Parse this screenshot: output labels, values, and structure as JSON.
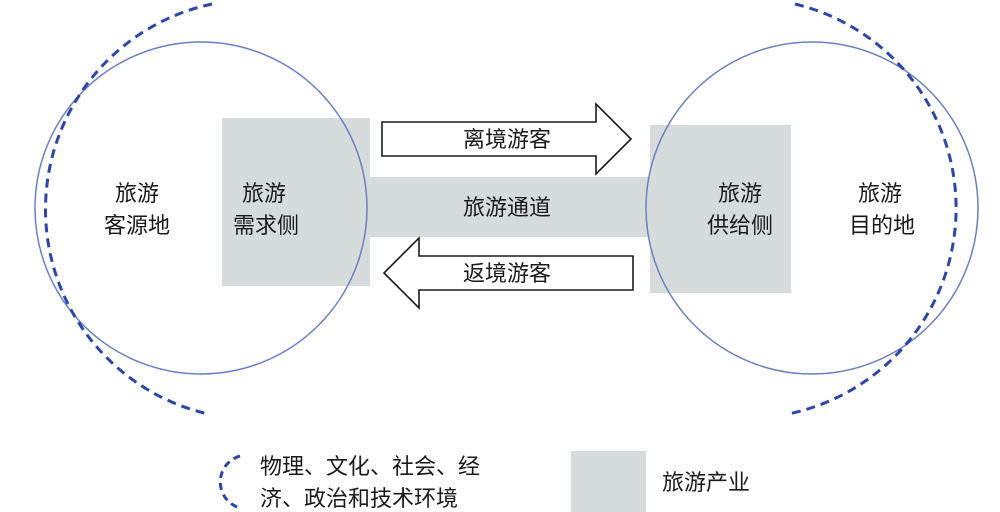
{
  "diagram": {
    "origin": {
      "line1": "旅游",
      "line2": "客源地"
    },
    "demand": {
      "line1": "旅游",
      "line2": "需求侧"
    },
    "channel": {
      "label": "旅游通道"
    },
    "outbound": {
      "label": "离境游客"
    },
    "return": {
      "label": "返境游客"
    },
    "supply": {
      "line1": "旅游",
      "line2": "供给侧"
    },
    "destination": {
      "line1": "旅游",
      "line2": "目的地"
    }
  },
  "legend": {
    "environment": {
      "line1": "物理、文化、社会、经",
      "line2": "济、政治和技术环境"
    },
    "industry": {
      "label": "旅游产业"
    }
  },
  "colors": {
    "circle_stroke": "#6a7fc4",
    "dashed_stroke": "#2c47a8",
    "industry_fill": "#d6dcdc",
    "arrow_stroke": "#1a1a1a"
  }
}
